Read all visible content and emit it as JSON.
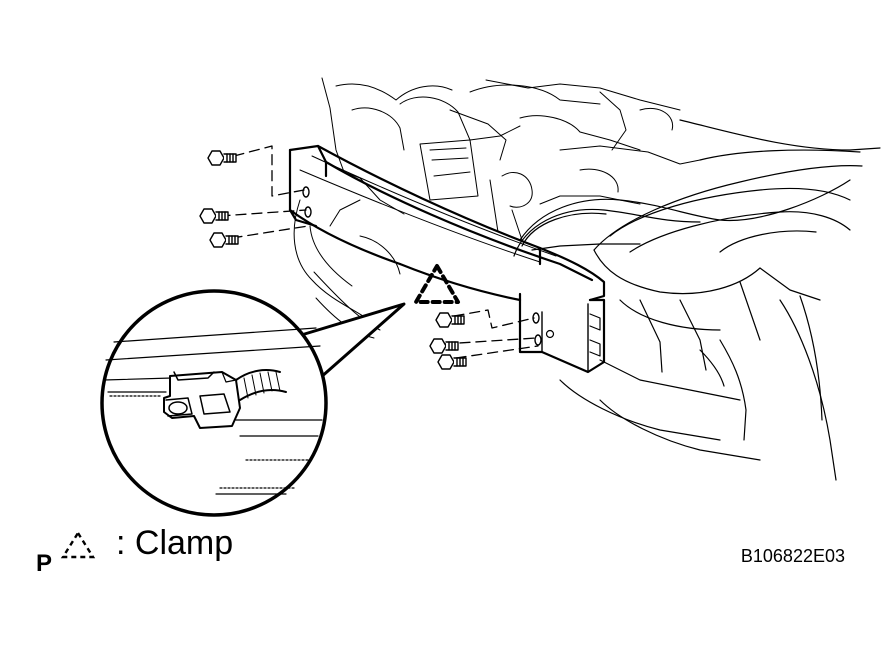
{
  "legend": {
    "marker": "P",
    "icon": "dashed-triangle-clamp-icon",
    "label": ": Clamp"
  },
  "figure_code": "B106822E03",
  "colors": {
    "ink": "#000000",
    "paper": "#ffffff"
  }
}
